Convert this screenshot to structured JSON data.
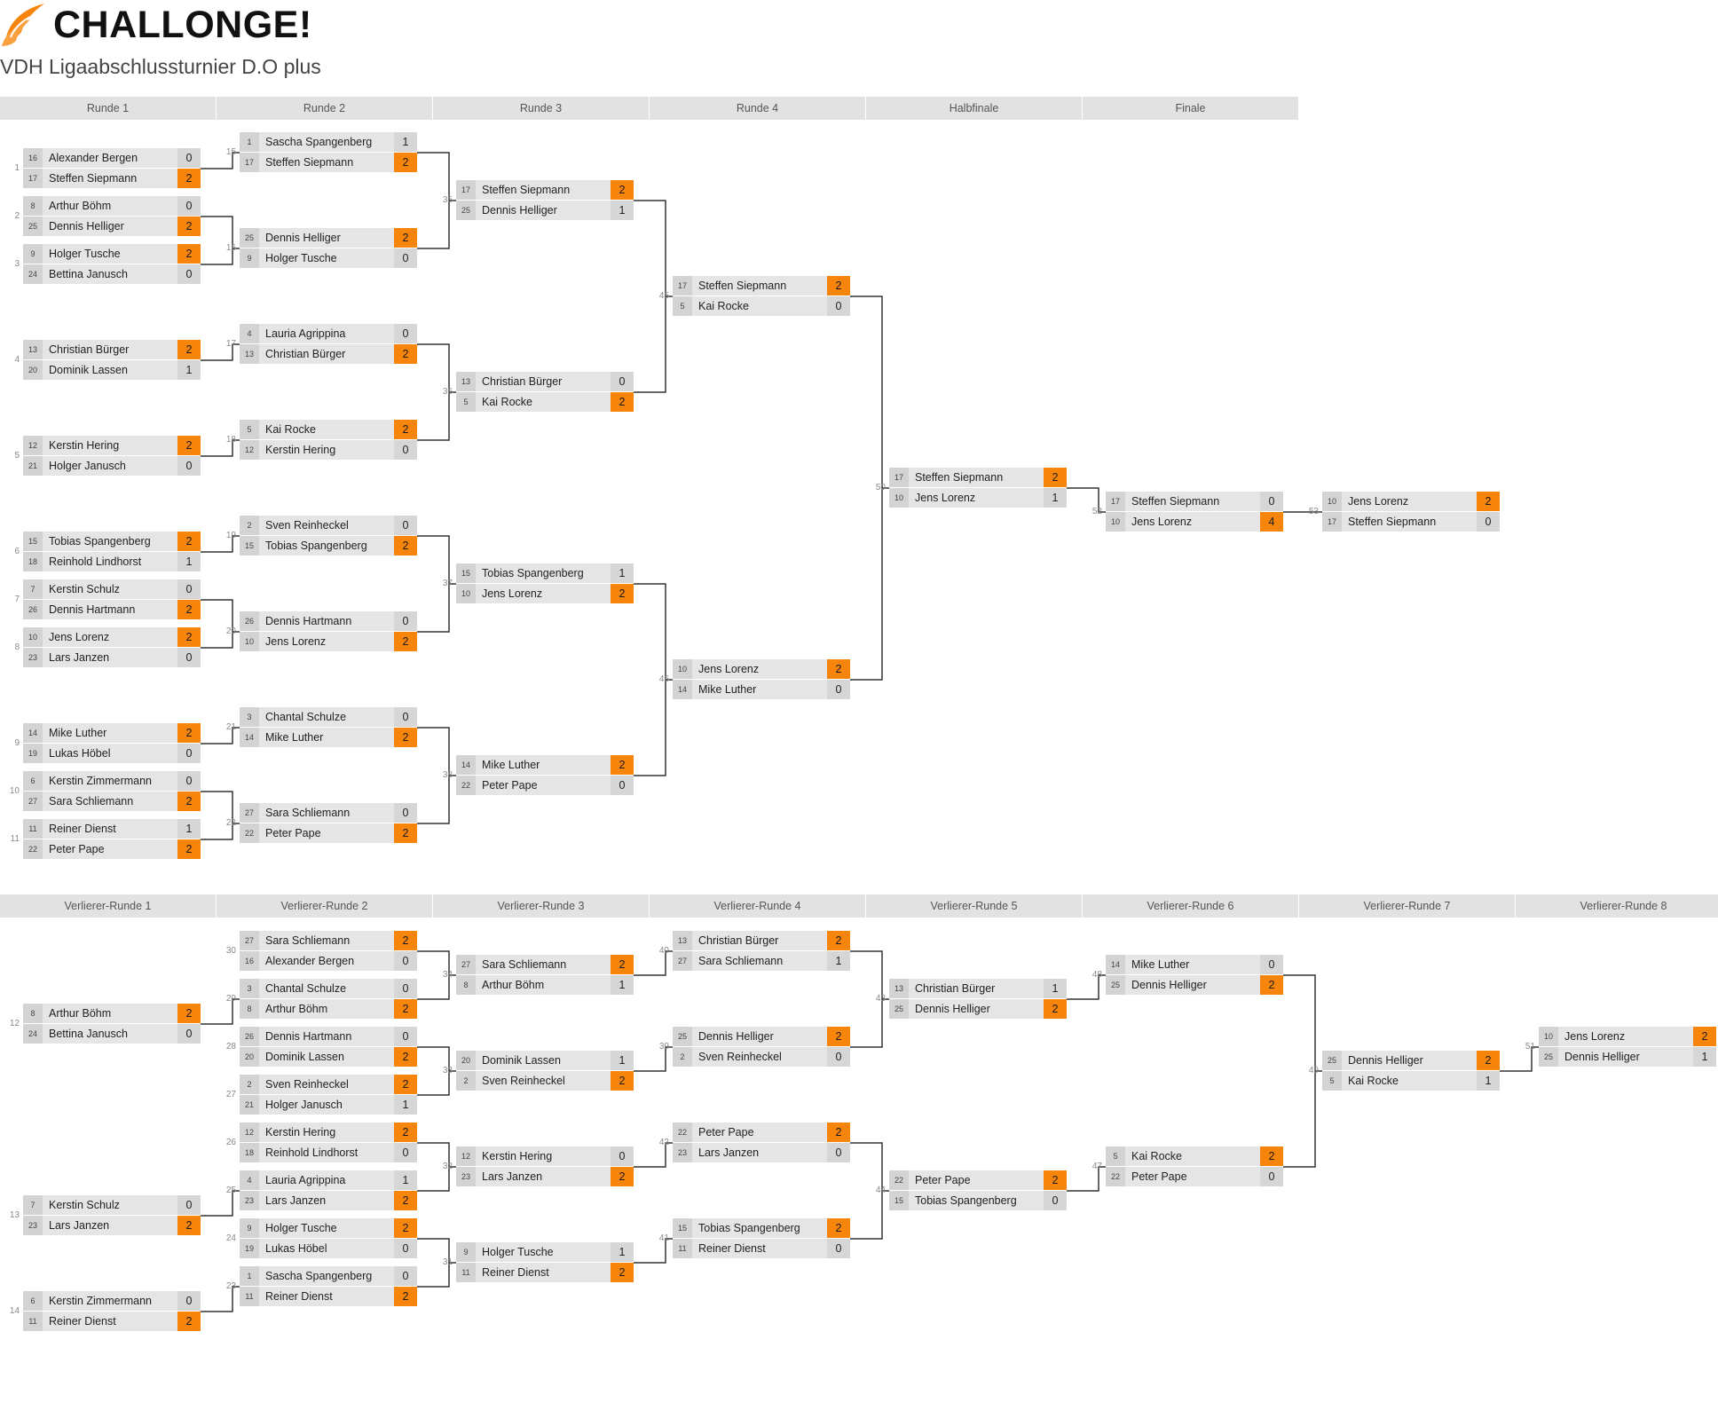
{
  "logo": {
    "text": "CHALLONGE!",
    "icon": "challonge-flame-icon",
    "accent": "#f7850c"
  },
  "tournament": {
    "title": "VDH Ligaabschlussturnier D.O plus"
  },
  "winners": {
    "rounds": [
      "Runde 1",
      "Runde 2",
      "Runde 3",
      "Runde 4",
      "Halbfinale",
      "Finale"
    ],
    "matches": [
      {
        "id": "1",
        "round": 0,
        "c": 190,
        "p": [
          [
            "16",
            "Alexander Bergen",
            "0"
          ],
          [
            "17",
            "Steffen Siepmann",
            "2"
          ]
        ],
        "w": 1
      },
      {
        "id": "2",
        "round": 0,
        "c": 244,
        "p": [
          [
            "8",
            "Arthur Böhm",
            "0"
          ],
          [
            "25",
            "Dennis Helliger",
            "2"
          ]
        ],
        "w": 1
      },
      {
        "id": "3",
        "round": 0,
        "c": 298,
        "p": [
          [
            "9",
            "Holger Tusche",
            "2"
          ],
          [
            "24",
            "Bettina Janusch",
            "0"
          ]
        ],
        "w": 0
      },
      {
        "id": "4",
        "round": 0,
        "c": 406,
        "p": [
          [
            "13",
            "Christian Bürger",
            "2"
          ],
          [
            "20",
            "Dominik Lassen",
            "1"
          ]
        ],
        "w": 0
      },
      {
        "id": "5",
        "round": 0,
        "c": 514,
        "p": [
          [
            "12",
            "Kerstin Hering",
            "2"
          ],
          [
            "21",
            "Holger Janusch",
            "0"
          ]
        ],
        "w": 0
      },
      {
        "id": "6",
        "round": 0,
        "c": 622,
        "p": [
          [
            "15",
            "Tobias Spangenberg",
            "2"
          ],
          [
            "18",
            "Reinhold Lindhorst",
            "1"
          ]
        ],
        "w": 0
      },
      {
        "id": "7",
        "round": 0,
        "c": 676,
        "p": [
          [
            "7",
            "Kerstin Schulz",
            "0"
          ],
          [
            "26",
            "Dennis Hartmann",
            "2"
          ]
        ],
        "w": 1
      },
      {
        "id": "8",
        "round": 0,
        "c": 730,
        "p": [
          [
            "10",
            "Jens Lorenz",
            "2"
          ],
          [
            "23",
            "Lars Janzen",
            "0"
          ]
        ],
        "w": 0
      },
      {
        "id": "9",
        "round": 0,
        "c": 838,
        "p": [
          [
            "14",
            "Mike Luther",
            "2"
          ],
          [
            "19",
            "Lukas Höbel",
            "0"
          ]
        ],
        "w": 0
      },
      {
        "id": "10",
        "round": 0,
        "c": 892,
        "p": [
          [
            "6",
            "Kerstin Zimmermann",
            "0"
          ],
          [
            "27",
            "Sara Schliemann",
            "2"
          ]
        ],
        "w": 1
      },
      {
        "id": "11",
        "round": 0,
        "c": 946,
        "p": [
          [
            "11",
            "Reiner Dienst",
            "1"
          ],
          [
            "22",
            "Peter Pape",
            "2"
          ]
        ],
        "w": 1
      },
      {
        "id": "15",
        "round": 1,
        "c": 172,
        "p": [
          [
            "1",
            "Sascha Spangenberg",
            "1"
          ],
          [
            "17",
            "Steffen Siepmann",
            "2"
          ]
        ],
        "w": 1
      },
      {
        "id": "16",
        "round": 1,
        "c": 280,
        "p": [
          [
            "25",
            "Dennis Helliger",
            "2"
          ],
          [
            "9",
            "Holger Tusche",
            "0"
          ]
        ],
        "w": 0
      },
      {
        "id": "17",
        "round": 1,
        "c": 388,
        "p": [
          [
            "4",
            "Lauria Agrippina",
            "0"
          ],
          [
            "13",
            "Christian Bürger",
            "2"
          ]
        ],
        "w": 1
      },
      {
        "id": "18",
        "round": 1,
        "c": 496,
        "p": [
          [
            "5",
            "Kai Rocke",
            "2"
          ],
          [
            "12",
            "Kerstin Hering",
            "0"
          ]
        ],
        "w": 0
      },
      {
        "id": "19",
        "round": 1,
        "c": 604,
        "p": [
          [
            "2",
            "Sven Reinheckel",
            "0"
          ],
          [
            "15",
            "Tobias Spangenberg",
            "2"
          ]
        ],
        "w": 1
      },
      {
        "id": "20",
        "round": 1,
        "c": 712,
        "p": [
          [
            "26",
            "Dennis Hartmann",
            "0"
          ],
          [
            "10",
            "Jens Lorenz",
            "2"
          ]
        ],
        "w": 1
      },
      {
        "id": "21",
        "round": 1,
        "c": 820,
        "p": [
          [
            "3",
            "Chantal Schulze",
            "0"
          ],
          [
            "14",
            "Mike Luther",
            "2"
          ]
        ],
        "w": 1
      },
      {
        "id": "22",
        "round": 1,
        "c": 928,
        "p": [
          [
            "27",
            "Sara Schliemann",
            "0"
          ],
          [
            "22",
            "Peter Pape",
            "2"
          ]
        ],
        "w": 1
      },
      {
        "id": "35",
        "round": 2,
        "c": 226,
        "p": [
          [
            "17",
            "Steffen Siepmann",
            "2"
          ],
          [
            "25",
            "Dennis Helliger",
            "1"
          ]
        ],
        "w": 0
      },
      {
        "id": "36",
        "round": 2,
        "c": 442,
        "p": [
          [
            "13",
            "Christian Bürger",
            "0"
          ],
          [
            "5",
            "Kai Rocke",
            "2"
          ]
        ],
        "w": 1
      },
      {
        "id": "37",
        "round": 2,
        "c": 658,
        "p": [
          [
            "15",
            "Tobias Spangenberg",
            "1"
          ],
          [
            "10",
            "Jens Lorenz",
            "2"
          ]
        ],
        "w": 1
      },
      {
        "id": "38",
        "round": 2,
        "c": 874,
        "p": [
          [
            "14",
            "Mike Luther",
            "2"
          ],
          [
            "22",
            "Peter Pape",
            "0"
          ]
        ],
        "w": 0
      },
      {
        "id": "45",
        "round": 3,
        "c": 334,
        "p": [
          [
            "17",
            "Steffen Siepmann",
            "2"
          ],
          [
            "5",
            "Kai Rocke",
            "0"
          ]
        ],
        "w": 0
      },
      {
        "id": "46",
        "round": 3,
        "c": 766,
        "p": [
          [
            "10",
            "Jens Lorenz",
            "2"
          ],
          [
            "14",
            "Mike Luther",
            "0"
          ]
        ],
        "w": 0
      },
      {
        "id": "50",
        "round": 4,
        "c": 550,
        "p": [
          [
            "17",
            "Steffen Siepmann",
            "2"
          ],
          [
            "10",
            "Jens Lorenz",
            "1"
          ]
        ],
        "w": 0
      },
      {
        "id": "52",
        "round": 5,
        "c": 577,
        "p": [
          [
            "17",
            "Steffen Siepmann",
            "0"
          ],
          [
            "10",
            "Jens Lorenz",
            "4"
          ]
        ],
        "w": 1
      },
      {
        "id": "53",
        "round": 6,
        "c": 577,
        "p": [
          [
            "10",
            "Jens Lorenz",
            "2"
          ],
          [
            "17",
            "Steffen Siepmann",
            "0"
          ]
        ],
        "w": 0
      }
    ]
  },
  "losers": {
    "rounds": [
      "Verlierer-Runde 1",
      "Verlierer-Runde 2",
      "Verlierer-Runde 3",
      "Verlierer-Runde 4",
      "Verlierer-Runde 5",
      "Verlierer-Runde 6",
      "Verlierer-Runde 7",
      "Verlierer-Runde 8"
    ],
    "matches": [
      {
        "id": "12",
        "round": 0,
        "c": 1154,
        "p": [
          [
            "8",
            "Arthur Böhm",
            "2"
          ],
          [
            "24",
            "Bettina Janusch",
            "0"
          ]
        ],
        "w": 0
      },
      {
        "id": "13",
        "round": 0,
        "c": 1370,
        "p": [
          [
            "7",
            "Kerstin Schulz",
            "0"
          ],
          [
            "23",
            "Lars Janzen",
            "2"
          ]
        ],
        "w": 1
      },
      {
        "id": "14",
        "round": 0,
        "c": 1478,
        "p": [
          [
            "6",
            "Kerstin Zimmermann",
            "0"
          ],
          [
            "11",
            "Reiner Dienst",
            "2"
          ]
        ],
        "w": 1
      },
      {
        "id": "30",
        "round": 1,
        "c": 1072,
        "p": [
          [
            "27",
            "Sara Schliemann",
            "2"
          ],
          [
            "16",
            "Alexander Bergen",
            "0"
          ]
        ],
        "w": 0
      },
      {
        "id": "29",
        "round": 1,
        "c": 1126,
        "p": [
          [
            "3",
            "Chantal Schulze",
            "0"
          ],
          [
            "8",
            "Arthur Böhm",
            "2"
          ]
        ],
        "w": 1
      },
      {
        "id": "28",
        "round": 1,
        "c": 1180,
        "p": [
          [
            "26",
            "Dennis Hartmann",
            "0"
          ],
          [
            "20",
            "Dominik Lassen",
            "2"
          ]
        ],
        "w": 1
      },
      {
        "id": "27",
        "round": 1,
        "c": 1234,
        "p": [
          [
            "2",
            "Sven Reinheckel",
            "2"
          ],
          [
            "21",
            "Holger Janusch",
            "1"
          ]
        ],
        "w": 0
      },
      {
        "id": "26",
        "round": 1,
        "c": 1288,
        "p": [
          [
            "12",
            "Kerstin Hering",
            "2"
          ],
          [
            "18",
            "Reinhold Lindhorst",
            "0"
          ]
        ],
        "w": 0
      },
      {
        "id": "25",
        "round": 1,
        "c": 1342,
        "p": [
          [
            "4",
            "Lauria Agrippina",
            "1"
          ],
          [
            "23",
            "Lars Janzen",
            "2"
          ]
        ],
        "w": 1
      },
      {
        "id": "24",
        "round": 1,
        "c": 1396,
        "p": [
          [
            "9",
            "Holger Tusche",
            "2"
          ],
          [
            "19",
            "Lukas Höbel",
            "0"
          ]
        ],
        "w": 0
      },
      {
        "id": "23",
        "round": 1,
        "c": 1450,
        "p": [
          [
            "1",
            "Sascha Spangenberg",
            "0"
          ],
          [
            "11",
            "Reiner Dienst",
            "2"
          ]
        ],
        "w": 1
      },
      {
        "id": "34",
        "round": 2,
        "c": 1099,
        "p": [
          [
            "27",
            "Sara Schliemann",
            "2"
          ],
          [
            "8",
            "Arthur Böhm",
            "1"
          ]
        ],
        "w": 0
      },
      {
        "id": "33",
        "round": 2,
        "c": 1207,
        "p": [
          [
            "20",
            "Dominik Lassen",
            "1"
          ],
          [
            "2",
            "Sven Reinheckel",
            "2"
          ]
        ],
        "w": 1
      },
      {
        "id": "32",
        "round": 2,
        "c": 1315,
        "p": [
          [
            "12",
            "Kerstin Hering",
            "0"
          ],
          [
            "23",
            "Lars Janzen",
            "2"
          ]
        ],
        "w": 1
      },
      {
        "id": "31",
        "round": 2,
        "c": 1423,
        "p": [
          [
            "9",
            "Holger Tusche",
            "1"
          ],
          [
            "11",
            "Reiner Dienst",
            "2"
          ]
        ],
        "w": 1
      },
      {
        "id": "40",
        "round": 3,
        "c": 1072,
        "p": [
          [
            "13",
            "Christian Bürger",
            "2"
          ],
          [
            "27",
            "Sara Schliemann",
            "1"
          ]
        ],
        "w": 0
      },
      {
        "id": "39",
        "round": 3,
        "c": 1180,
        "p": [
          [
            "25",
            "Dennis Helliger",
            "2"
          ],
          [
            "2",
            "Sven Reinheckel",
            "0"
          ]
        ],
        "w": 0
      },
      {
        "id": "42",
        "round": 3,
        "c": 1288,
        "p": [
          [
            "22",
            "Peter Pape",
            "2"
          ],
          [
            "23",
            "Lars Janzen",
            "0"
          ]
        ],
        "w": 0
      },
      {
        "id": "41",
        "round": 3,
        "c": 1396,
        "p": [
          [
            "15",
            "Tobias Spangenberg",
            "2"
          ],
          [
            "11",
            "Reiner Dienst",
            "0"
          ]
        ],
        "w": 0
      },
      {
        "id": "43",
        "round": 4,
        "c": 1126,
        "p": [
          [
            "13",
            "Christian Bürger",
            "1"
          ],
          [
            "25",
            "Dennis Helliger",
            "2"
          ]
        ],
        "w": 1
      },
      {
        "id": "44",
        "round": 4,
        "c": 1342,
        "p": [
          [
            "22",
            "Peter Pape",
            "2"
          ],
          [
            "15",
            "Tobias Spangenberg",
            "0"
          ]
        ],
        "w": 0
      },
      {
        "id": "48",
        "round": 5,
        "c": 1099,
        "p": [
          [
            "14",
            "Mike Luther",
            "0"
          ],
          [
            "25",
            "Dennis Helliger",
            "2"
          ]
        ],
        "w": 1
      },
      {
        "id": "47",
        "round": 5,
        "c": 1315,
        "p": [
          [
            "5",
            "Kai Rocke",
            "2"
          ],
          [
            "22",
            "Peter Pape",
            "0"
          ]
        ],
        "w": 0
      },
      {
        "id": "49",
        "round": 6,
        "c": 1207,
        "p": [
          [
            "25",
            "Dennis Helliger",
            "2"
          ],
          [
            "5",
            "Kai Rocke",
            "1"
          ]
        ],
        "w": 0
      },
      {
        "id": "51",
        "round": 7,
        "c": 1180,
        "p": [
          [
            "10",
            "Jens Lorenz",
            "2"
          ],
          [
            "25",
            "Dennis Helliger",
            "1"
          ]
        ],
        "w": 0
      }
    ]
  },
  "colors": {
    "winner_score": "#f7850c",
    "row_bg": "#e5e5e5",
    "seed_bg": "#d3d3d3",
    "header_bg": "#e2e2e2"
  }
}
